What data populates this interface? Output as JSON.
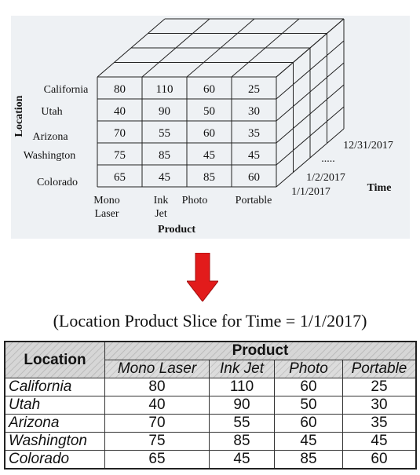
{
  "cube": {
    "axis_location": "Location",
    "axis_product": "Product",
    "axis_time": "Time",
    "locations": [
      "California",
      "Utah",
      "Arizona",
      "Washington",
      "Colorado"
    ],
    "products": [
      [
        "Mono",
        "Laser"
      ],
      [
        "Ink",
        "Jet"
      ],
      [
        "Photo"
      ],
      [
        "Portable"
      ]
    ],
    "values": [
      [
        80,
        110,
        60,
        25
      ],
      [
        40,
        90,
        50,
        30
      ],
      [
        70,
        55,
        60,
        35
      ],
      [
        75,
        85,
        45,
        45
      ],
      [
        65,
        45,
        85,
        60
      ]
    ],
    "time_labels": [
      "12/31/2017",
      ".....",
      "1/2/2017",
      "1/1/2017"
    ]
  },
  "caption": "(Location   Product Slice for Time = 1/1/2017)",
  "table": {
    "header_location": "Location",
    "header_product": "Product",
    "columns": [
      "Mono Laser",
      "Ink Jet",
      "Photo",
      "Portable"
    ],
    "rows": [
      {
        "location": "California",
        "values": [
          "80",
          "110",
          "60",
          "25"
        ]
      },
      {
        "location": "Utah",
        "values": [
          "40",
          "90",
          "50",
          "30"
        ]
      },
      {
        "location": "Arizona",
        "values": [
          "70",
          "55",
          "60",
          "35"
        ]
      },
      {
        "location": "Washington",
        "values": [
          "75",
          "85",
          "45",
          "45"
        ]
      },
      {
        "location": "Colorado",
        "values": [
          "65",
          "45",
          "85",
          "60"
        ]
      }
    ]
  },
  "colors": {
    "arrow": "#e21b1b",
    "panel": "#eef1f4",
    "table_header": "#d6d6d6"
  }
}
